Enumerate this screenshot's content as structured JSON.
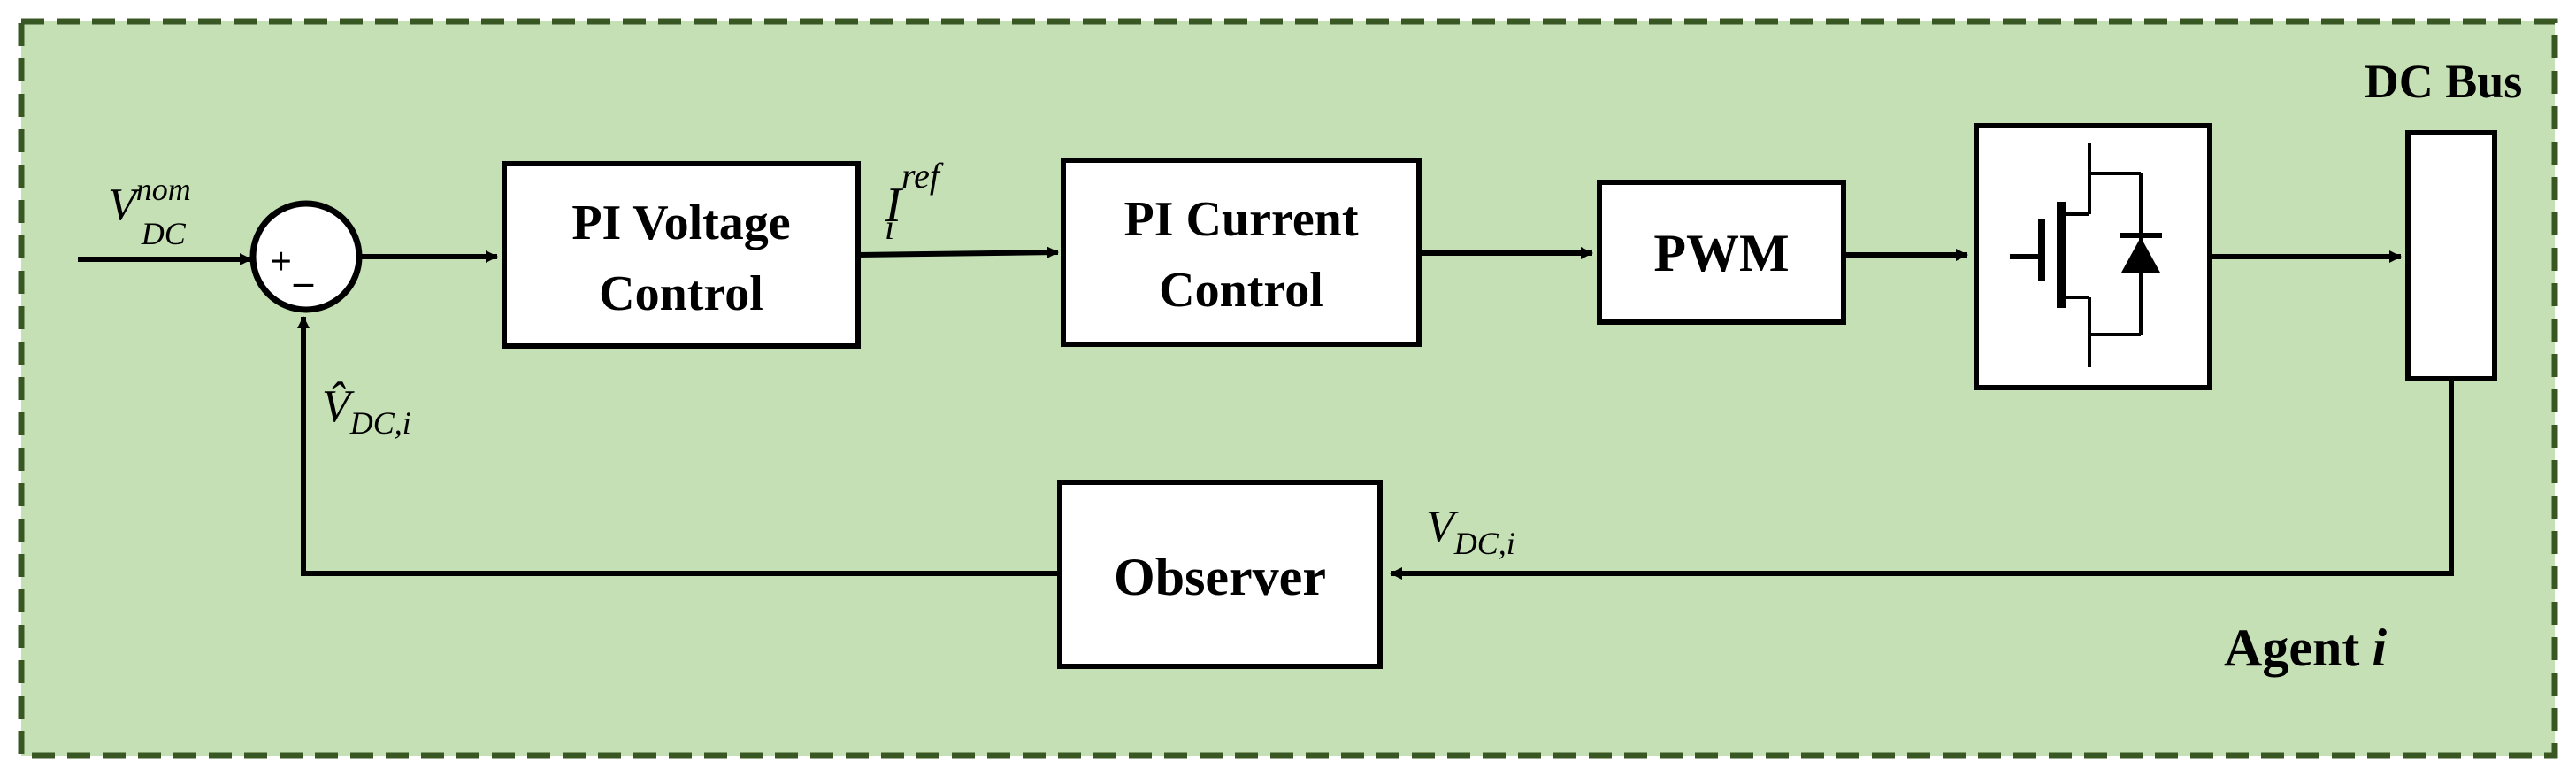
{
  "colors": {
    "background": "#c5e0b4",
    "frame": "#385723",
    "block_fill": "#ffffff",
    "stroke": "#000000"
  },
  "labels": {
    "dc_bus": "DC Bus",
    "agent_word": "Agent",
    "agent_index": "i",
    "v_base": "V",
    "v_nom_sup": "nom",
    "v_dc_sub": "DC",
    "i_base": "I",
    "i_ref_sup": "ref",
    "i_sub": "i",
    "vhat_base": "V̂",
    "vhat_sub": "DC,i",
    "vdci_base": "V",
    "vdci_sub": "DC,i"
  },
  "blocks": {
    "pi_voltage": {
      "line1": "PI Voltage",
      "line2": "Control"
    },
    "pi_current": {
      "line1": "PI Current",
      "line2": "Control"
    },
    "pwm": {
      "label": "PWM"
    },
    "observer": {
      "label": "Observer"
    }
  },
  "summing_junction": {
    "plus": "+",
    "minus": "_"
  },
  "icons": {
    "switch": "mosfet-with-diode-icon"
  }
}
